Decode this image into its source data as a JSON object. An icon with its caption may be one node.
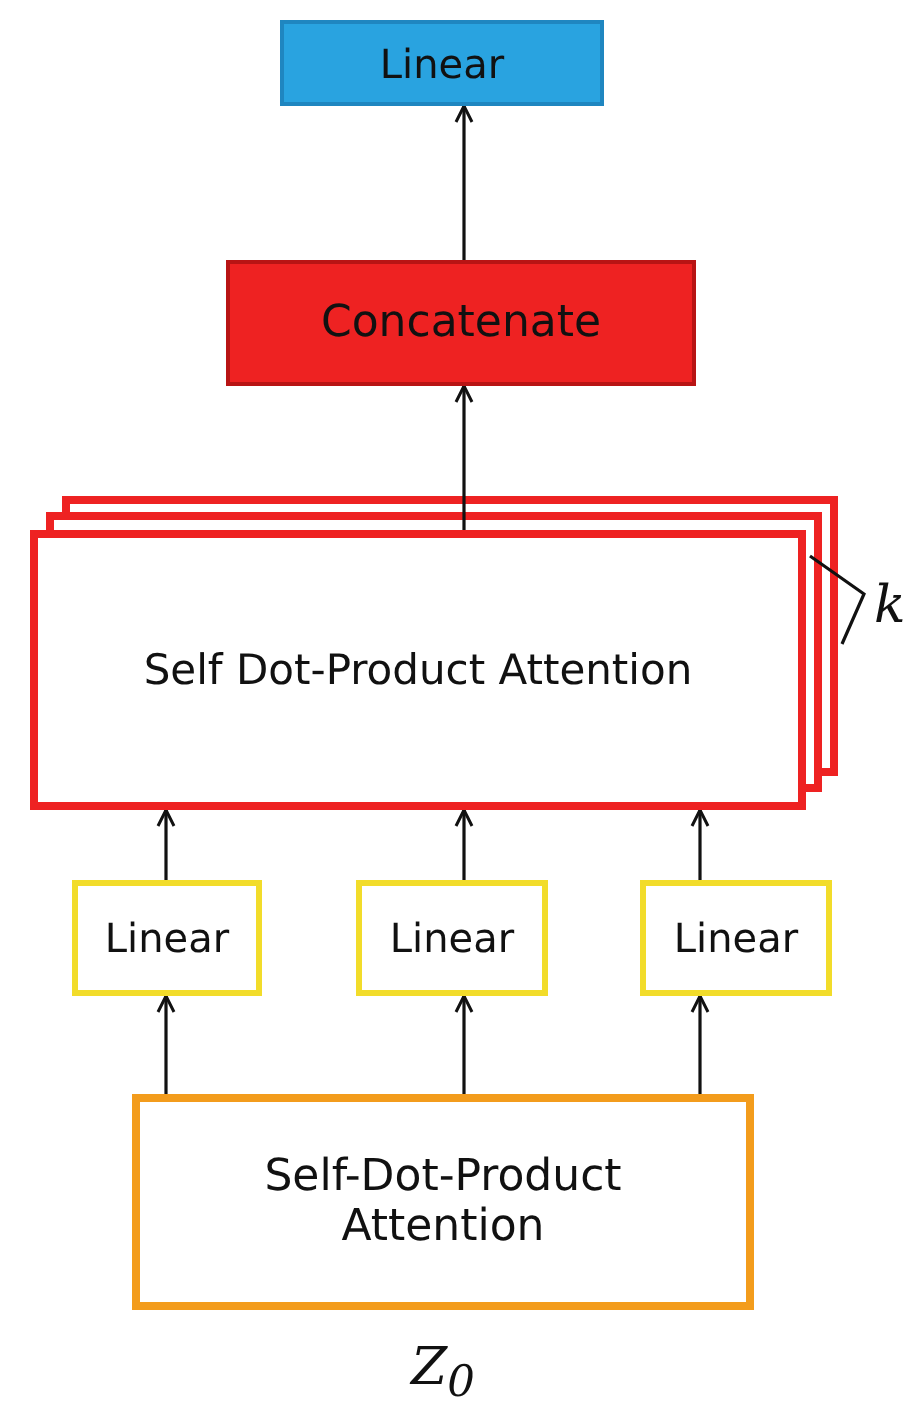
{
  "diagram": {
    "nodes": [
      {
        "text": [
          "Linear"
        ]
      },
      {
        "text": [
          "Concatenate"
        ]
      },
      {
        "text": [
          "Self Dot-Product Attention"
        ]
      },
      {
        "text": [
          "Linear"
        ]
      },
      {
        "text": [
          "Linear"
        ]
      },
      {
        "text": [
          "Linear"
        ]
      },
      {
        "text": [
          "Self-Dot-Product Attention"
        ],
        "beside": [
          "Z$_{0}$"
        ]
      }
    ],
    "edges": [
      {
        "from": 1,
        "to": 0,
        "arrow": "to"
      },
      {
        "from": 2,
        "to": 1,
        "arrow": "to"
      },
      {
        "from": 3,
        "to": 2,
        "arrow": "to"
      },
      {
        "from": 4,
        "to": 2,
        "arrow": "to"
      },
      {
        "from": 5,
        "to": 2,
        "arrow": "to"
      },
      {
        "from": 6,
        "to": 3,
        "arrow": "to"
      },
      {
        "from": 6,
        "to": 4,
        "arrow": "to"
      },
      {
        "from": 6,
        "to": 5,
        "arrow": "to"
      }
    ],
    "labels": [
      "k"
    ]
  }
}
